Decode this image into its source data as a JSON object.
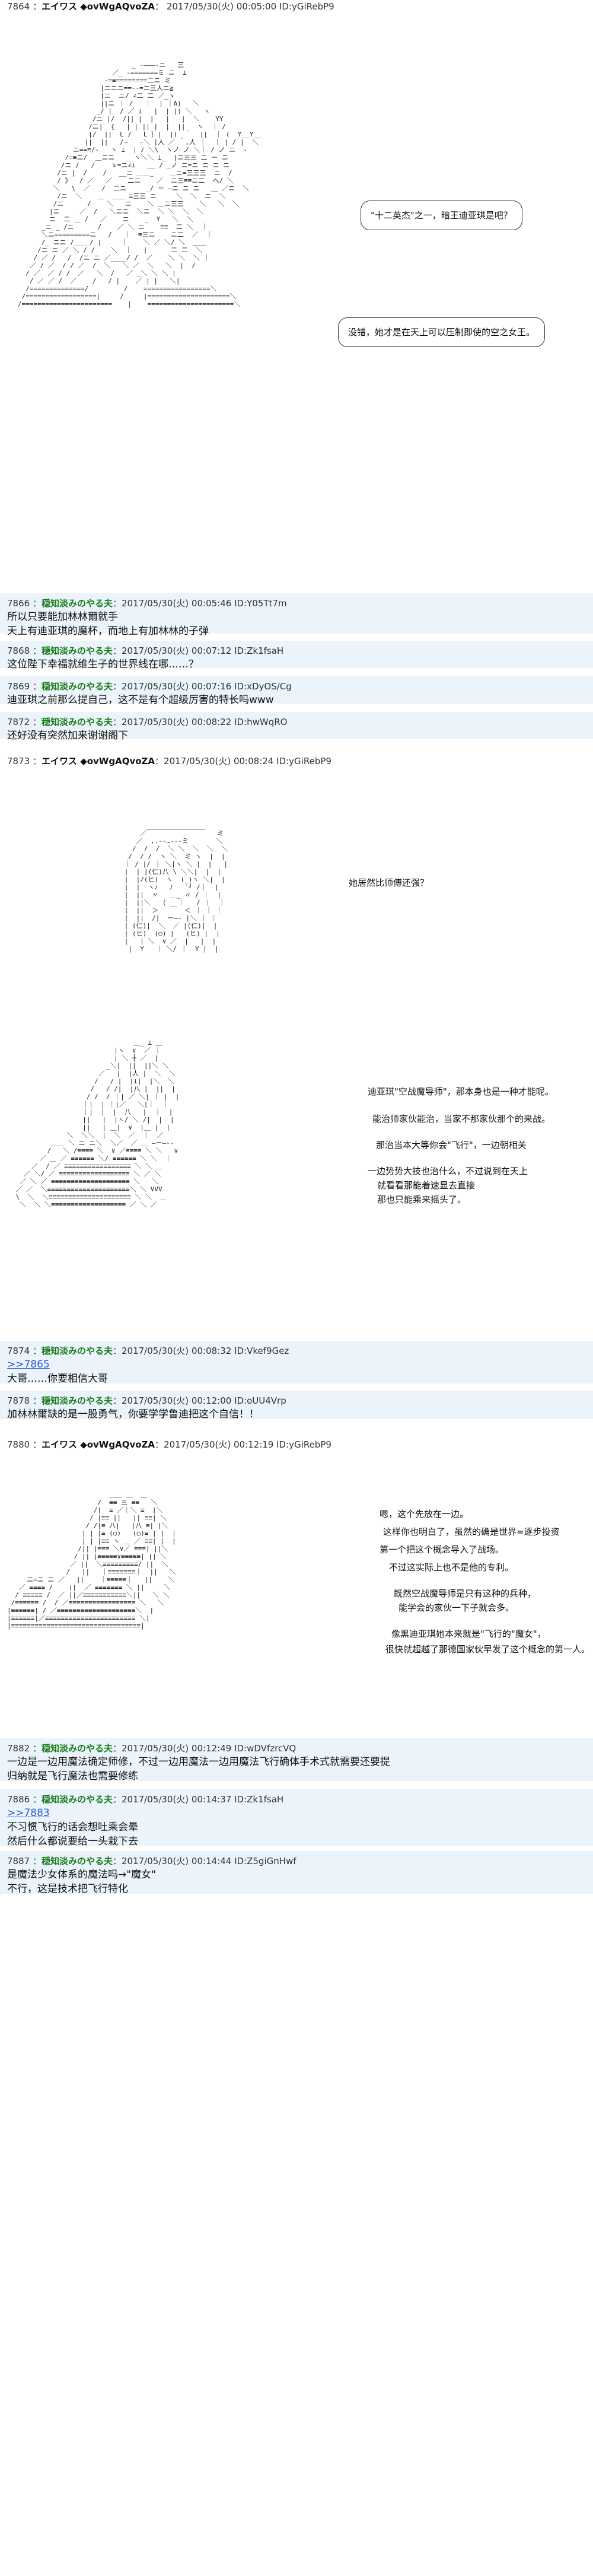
{
  "posts": [
    {
      "no": "7864",
      "name": "エイワス ◆ovWgAQvoZA",
      "date": "2017/05/30(火) 00:05:00",
      "id": "ID:yGiRebP9"
    },
    {
      "no": "7866",
      "name": "穏知淡みのやる夫",
      "date": "2017/05/30(火) 00:05:46",
      "id": "ID:Y05Tt7m",
      "lines": [
        "所以只要能加林林爾就手",
        "天上有迪亚琪的魔杯，而地上有加林林的子弹"
      ]
    },
    {
      "no": "7868",
      "name": "穏知淡みのやる夫",
      "date": "2017/05/30(火) 00:07:12",
      "id": "ID:Zk1fsaH",
      "lines": [
        "这位陛下幸福就维生子的世界线在哪……？"
      ]
    },
    {
      "no": "7869",
      "name": "穏知淡みのやる夫",
      "date": "2017/05/30(火) 00:07:16",
      "id": "ID:xDyOS/Cg",
      "lines": [
        "迪亚琪之前那么提自己，这不是有个超级厉害的特长吗www"
      ]
    },
    {
      "no": "7872",
      "name": "穏知淡みのやる夫",
      "date": "2017/05/30(火) 00:08:22",
      "id": "ID:hwWqRO",
      "lines": [
        "还好没有突然加来谢谢阁下"
      ]
    },
    {
      "no": "7873",
      "name": "エイワス ◆ovWgAQvoZA",
      "date": "2017/05/30(火) 00:08:24",
      "id": "ID:yGiRebP9"
    },
    {
      "no": "7874",
      "name": "穏知淡みのやる夫",
      "date": "2017/05/30(火) 00:08:32",
      "id": "ID:Vkef9Gez",
      "reply": ">>7865",
      "lines": [
        "大哥……你要相信大哥"
      ]
    },
    {
      "no": "7878",
      "name": "穏知淡みのやる夫",
      "date": "2017/05/30(火) 00:12:00",
      "id": "ID:oUU4Vrp",
      "lines": [
        "加林林爾缺的是一股勇气，你要学学鲁迪把这个自信！！"
      ]
    },
    {
      "no": "7880",
      "name": "エイワス ◆ovWgAQvoZA",
      "date": "2017/05/30(火) 00:12:19",
      "id": "ID:yGiRebP9"
    },
    {
      "no": "7882",
      "name": "穏知淡みのやる夫",
      "date": "2017/05/30(火) 00:12:49",
      "id": "ID:wDVfzrcVQ",
      "lines": [
        "一边是一边用魔法确定师修，不过一边用魔法一边用魔法飞行确体手术式就需要还要提",
        "归纳就是飞行魔法也需要修练"
      ]
    },
    {
      "no": "7886",
      "name": "穏知淡みのやる夫",
      "date": "2017/05/30(火) 00:14:37",
      "id": "ID:Zk1fsaH",
      "reply": ">>7883",
      "lines": [
        "不习惯飞行的话会想吐乘会晕",
        "然后什么都说要给一头栽下去"
      ]
    },
    {
      "no": "7887",
      "name": "穏知淡みのやる夫",
      "date": "2017/05/30(火) 00:14:44",
      "id": "ID:Z5giGnHwf",
      "lines": [
        "是魔法少女体系的魔法吗→\"魔女\"",
        "不行，这是技术把飞行特化"
      ]
    }
  ],
  "aa1": {
    "bubble1": "\"十二英杰\"之一，暗王迪亚琪是吧？",
    "bubble2": "没错，她才是在天上可以压制即使的空之女王。"
  },
  "aa2": {
    "bubble1": "她居然比师傅还强？",
    "lines": [
      "迪亚琪\"空战魔导师\"，那本身也是一种才能呢。",
      "能治师家伙能治，当家不那家伙那个的来战。",
      "那治当本大等你会\"飞行\"，一边朝相关",
      "一边势势大技也治什么，不过说到在天上",
      "就看看那能着速显去直接",
      "那也只能乘来摇头了。"
    ]
  },
  "aa3": {
    "lines": [
      "嗯，这个先放在一边。",
      "这样你也明白了，虽然的确是世界=逐步投资",
      "第一个把这个概念导入了战场。",
      "不过这实际上也不是他的专利。",
      "既然空战魔导师是只有这种的兵种，",
      "能学会的家伙一下子就会多。",
      "像黑迪亚琪她本来就是\"飞行的\"魔女\"，",
      "很快就超越了那德国家伙早发了这个概念的第一人。"
    ]
  }
}
